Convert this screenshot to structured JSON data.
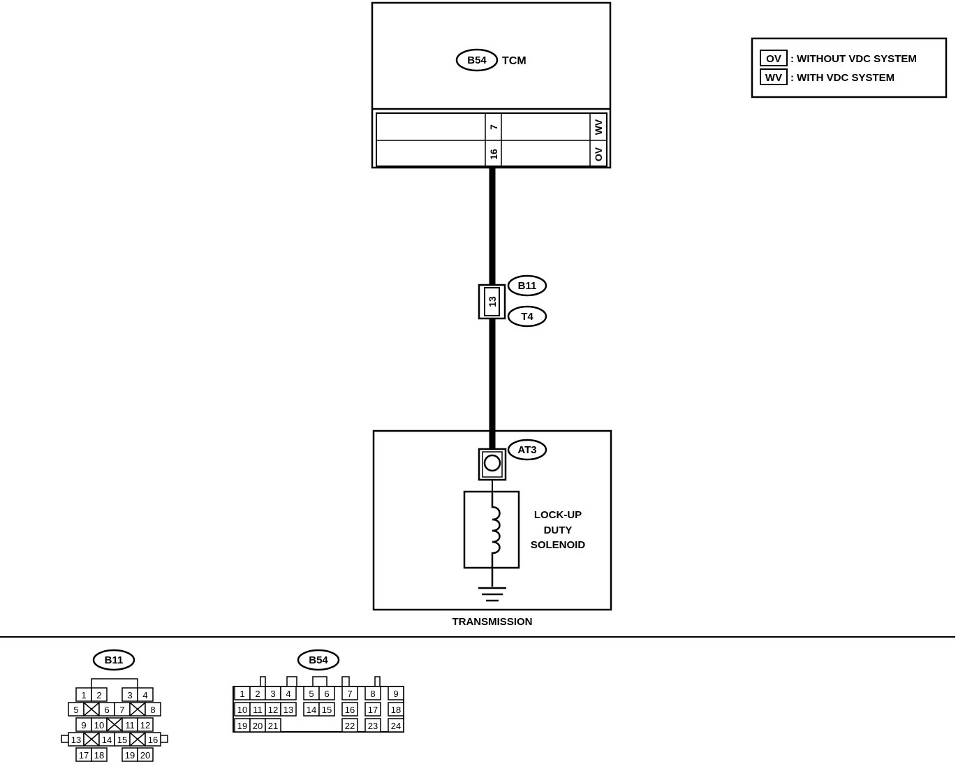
{
  "tcm": {
    "connector": "B54",
    "name": "TCM",
    "pin_top": "7",
    "pin_bottom": "16",
    "tag_top": "WV",
    "tag_bottom": "OV"
  },
  "legend": {
    "items": [
      {
        "code": "OV",
        "text": ": WITHOUT VDC SYSTEM"
      },
      {
        "code": "WV",
        "text": ": WITH VDC SYSTEM"
      }
    ]
  },
  "harness_connector": {
    "pin": "13",
    "label_top": "B11",
    "label_bottom": "T4"
  },
  "transmission": {
    "name": "TRANSMISSION",
    "connector": "AT3",
    "solenoid_lines": [
      "LOCK-UP",
      "DUTY",
      "SOLENOID"
    ]
  },
  "connector_views": {
    "b11": {
      "label": "B11",
      "pins": [
        "1",
        "2",
        "3",
        "4",
        "5",
        "6",
        "7",
        "8",
        "9",
        "10",
        "11",
        "12",
        "13",
        "14",
        "15",
        "16",
        "17",
        "18",
        "19",
        "20"
      ]
    },
    "b54": {
      "label": "B54",
      "pins": [
        "1",
        "2",
        "3",
        "4",
        "5",
        "6",
        "7",
        "8",
        "9",
        "10",
        "11",
        "12",
        "13",
        "14",
        "15",
        "16",
        "17",
        "18",
        "19",
        "20",
        "21",
        "22",
        "23",
        "24"
      ]
    }
  }
}
